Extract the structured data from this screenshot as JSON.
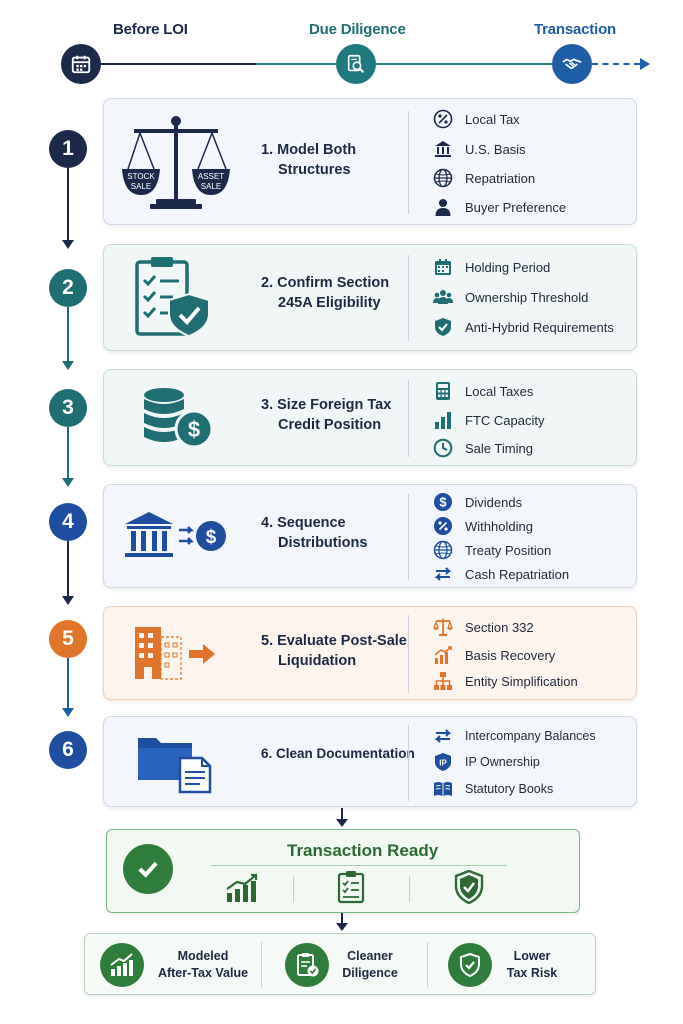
{
  "timeline": {
    "phases": [
      "Before LOI",
      "Due Diligence",
      "Transaction"
    ],
    "icons": [
      "calendar-icon",
      "document-search-icon",
      "handshake-icon"
    ],
    "colors": [
      "#1b2a4a",
      "#1f6e74",
      "#1d5fa6"
    ]
  },
  "steps": [
    {
      "number": "1",
      "title": [
        "1. Model Both",
        "Structures"
      ],
      "illustration": "scales-stock-vs-asset-sale",
      "scale_labels": {
        "left": [
          "STOCK",
          "SALE"
        ],
        "right": [
          "ASSET",
          "SALE"
        ]
      },
      "items": [
        {
          "icon": "percent-icon",
          "label": "Local Tax"
        },
        {
          "icon": "bank-icon",
          "label": "U.S. Basis"
        },
        {
          "icon": "globe-icon",
          "label": "Repatriation"
        },
        {
          "icon": "person-icon",
          "label": "Buyer Preference"
        }
      ],
      "color": "#1b2a4a"
    },
    {
      "number": "2",
      "title": [
        "2. Confirm Section",
        "245A Eligibility"
      ],
      "illustration": "clipboard-shield",
      "items": [
        {
          "icon": "calendar-icon",
          "label": "Holding Period"
        },
        {
          "icon": "people-icon",
          "label": "Ownership Threshold"
        },
        {
          "icon": "shield-check-icon",
          "label": "Anti-Hybrid Requirements"
        }
      ],
      "color": "#1f6e74"
    },
    {
      "number": "3",
      "title": [
        "3. Size Foreign Tax",
        "Credit Position"
      ],
      "illustration": "coins-dollar",
      "items": [
        {
          "icon": "calculator-icon",
          "label": "Local Taxes"
        },
        {
          "icon": "bar-chart-icon",
          "label": "FTC Capacity"
        },
        {
          "icon": "clock-icon",
          "label": "Sale Timing"
        }
      ],
      "color": "#1f6e74"
    },
    {
      "number": "4",
      "title": [
        "4. Sequence",
        "Distributions"
      ],
      "illustration": "bank-to-dollar",
      "items": [
        {
          "icon": "dollar-circle-icon",
          "label": "Dividends"
        },
        {
          "icon": "percent-icon",
          "label": "Withholding"
        },
        {
          "icon": "globe-icon",
          "label": "Treaty Position"
        },
        {
          "icon": "swap-arrows-icon",
          "label": "Cash Repatriation"
        }
      ],
      "color": "#1d4ea0"
    },
    {
      "number": "5",
      "title": [
        "5. Evaluate Post-Sale",
        "Liquidation"
      ],
      "illustration": "building-dissolve",
      "items": [
        {
          "icon": "scales-icon",
          "label": "Section 332"
        },
        {
          "icon": "growth-chart-icon",
          "label": "Basis Recovery"
        },
        {
          "icon": "org-chart-icon",
          "label": "Entity Simplification"
        }
      ],
      "color": "#e0742b"
    },
    {
      "number": "6",
      "title": [
        "6. Clean Documentation"
      ],
      "illustration": "folder-documents",
      "items": [
        {
          "icon": "swap-arrows-icon",
          "label": "Intercompany Balances"
        },
        {
          "icon": "ip-shield-icon",
          "label": "IP Ownership"
        },
        {
          "icon": "book-icon",
          "label": "Statutory Books"
        }
      ],
      "color": "#1d4ea0"
    }
  ],
  "ready": {
    "title": "Transaction Ready",
    "icons": [
      "check-circle-icon",
      "growth-chart-icon",
      "clipboard-check-icon",
      "shield-check-icon"
    ]
  },
  "outcomes": [
    {
      "icon": "growth-chart-icon",
      "label": [
        "Modeled",
        "After-Tax Value"
      ]
    },
    {
      "icon": "clipboard-check-icon",
      "label": [
        "Cleaner",
        "Diligence"
      ]
    },
    {
      "icon": "shield-check-icon",
      "label": [
        "Lower",
        "Tax Risk"
      ]
    }
  ]
}
